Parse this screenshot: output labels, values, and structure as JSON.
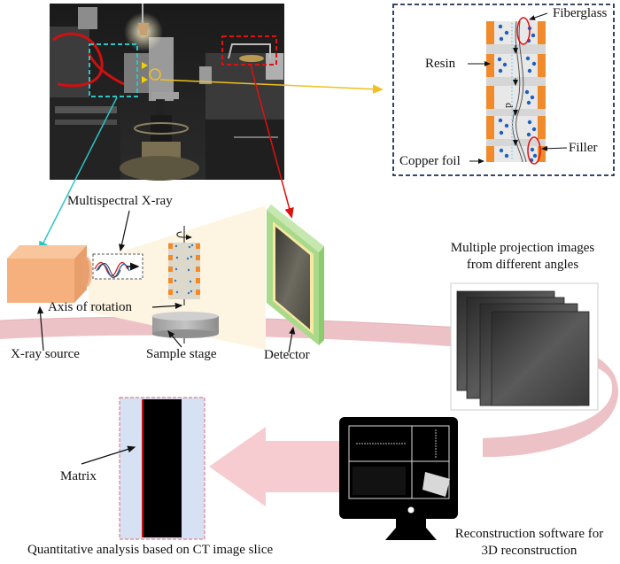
{
  "figure": {
    "photo": {
      "description": "Photograph of micro-CT scanner interior",
      "highlight_boxes": [
        {
          "name": "x-ray-source-region",
          "color": "#2ec4c4"
        },
        {
          "name": "sample-region",
          "color": "#f0c020"
        },
        {
          "name": "detector-region",
          "color": "#e01010"
        }
      ]
    },
    "inset": {
      "labels": {
        "fiberglass": "Fiberglass",
        "resin": "Resin",
        "filler": "Filler",
        "copper_foil": "Copper foil",
        "spacing": "d"
      }
    },
    "setup": {
      "multispectral": "Multispectral X-ray",
      "axis_of_rotation": "Axis of rotation",
      "xray_source": "X-ray source",
      "sample_stage": "Sample stage",
      "detector": "Detector"
    },
    "projections": {
      "line1": "Multiple projection images",
      "line2": "from different angles"
    },
    "reconstruction": {
      "line1": "Reconstruction software for",
      "line2": "3D reconstruction"
    },
    "analysis": {
      "matrix": "Matrix",
      "caption": "Quantitative analysis based on CT image slice"
    }
  },
  "colors": {
    "copper": "#f08a2a",
    "resin_gray": "#cfcfcf",
    "filler_blue": "#1f5fbf",
    "flow_pink": "#e8b3b9",
    "source_orange": "#f5b07e",
    "detector_green": "#a9d98a",
    "beam": "#fdf5e2",
    "slice_bg": "#d6e2f4"
  }
}
